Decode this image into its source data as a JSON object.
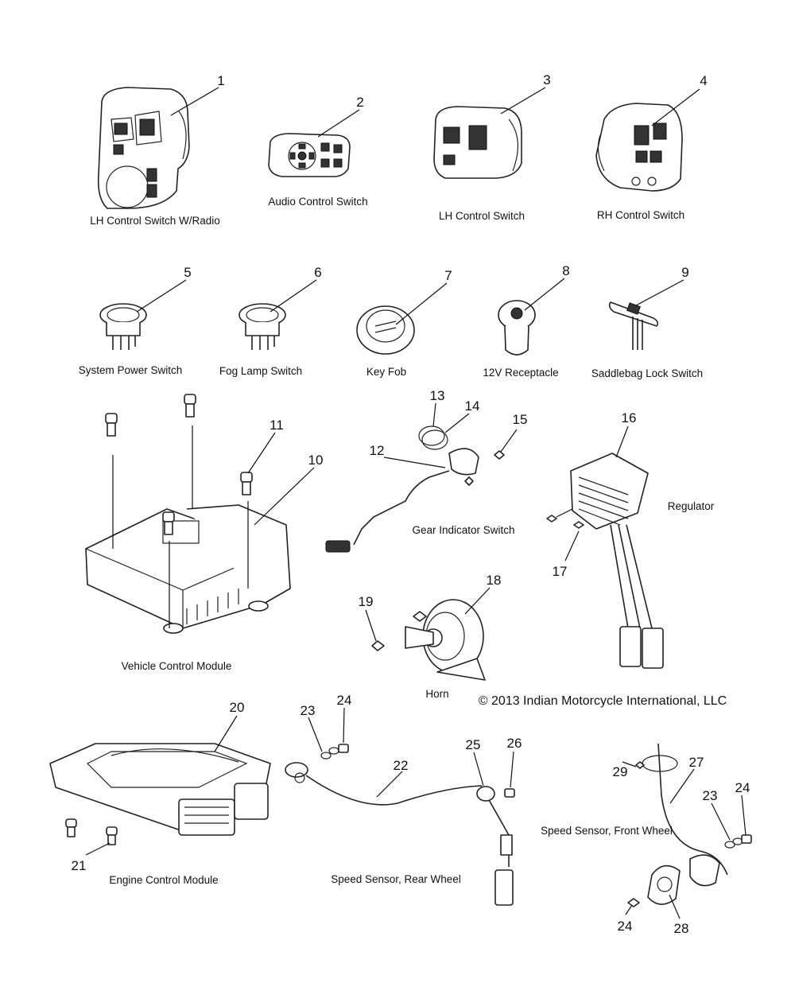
{
  "copyright": "© 2013 Indian Motorcycle International, LLC",
  "parts": [
    {
      "num": "1",
      "label": "LH Control Switch W/Radio"
    },
    {
      "num": "2",
      "label": "Audio Control Switch"
    },
    {
      "num": "3",
      "label": "LH Control Switch"
    },
    {
      "num": "4",
      "label": "RH Control Switch"
    },
    {
      "num": "5",
      "label": "System Power Switch"
    },
    {
      "num": "6",
      "label": "Fog Lamp Switch"
    },
    {
      "num": "7",
      "label": "Key Fob"
    },
    {
      "num": "8",
      "label": "12V Receptacle"
    },
    {
      "num": "9",
      "label": "Saddlebag Lock Switch"
    },
    {
      "num": "10",
      "label": "Vehicle Control Module"
    },
    {
      "num": "11",
      "label": ""
    },
    {
      "num": "12",
      "label": "Gear Indicator Switch"
    },
    {
      "num": "13",
      "label": ""
    },
    {
      "num": "14",
      "label": ""
    },
    {
      "num": "15",
      "label": ""
    },
    {
      "num": "16",
      "label": "Regulator"
    },
    {
      "num": "17",
      "label": ""
    },
    {
      "num": "18",
      "label": "Horn"
    },
    {
      "num": "19",
      "label": ""
    },
    {
      "num": "20",
      "label": "Engine Control Module"
    },
    {
      "num": "21",
      "label": ""
    },
    {
      "num": "22",
      "label": "Speed Sensor, Rear Wheel"
    },
    {
      "num": "23",
      "label": ""
    },
    {
      "num": "24",
      "label": ""
    },
    {
      "num": "25",
      "label": ""
    },
    {
      "num": "26",
      "label": ""
    },
    {
      "num": "27",
      "label": "Speed Sensor, Front Wheel"
    },
    {
      "num": "28",
      "label": ""
    },
    {
      "num": "29",
      "label": ""
    }
  ]
}
